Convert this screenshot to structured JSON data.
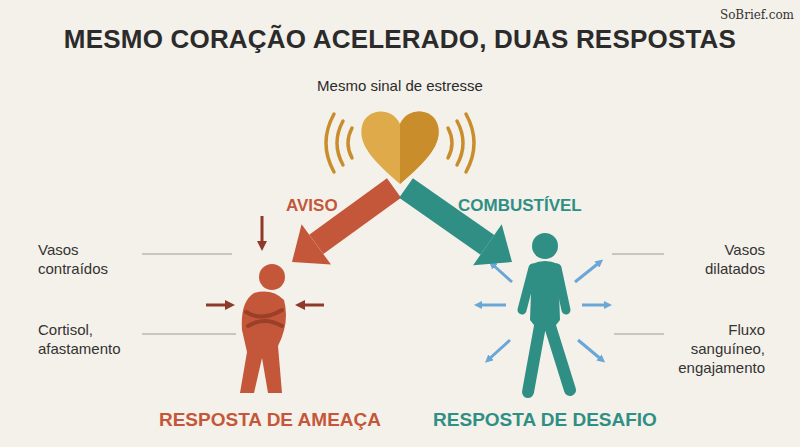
{
  "diagram": {
    "title": "MESMO CORAÇÃO ACELERADO, DUAS RESPOSTAS",
    "nodes": [
      {
        "text": [
          "Mesmo sinal de estresse"
        ]
      },
      {
        "text": [
          "RESPOSTA DE AMEAÇA"
        ]
      },
      {
        "text": [
          "RESPOSTA DE DESAFIO"
        ]
      }
    ],
    "edges": [
      {
        "from": 0,
        "to": 1,
        "arrow": "to",
        "label": "AVISO"
      },
      {
        "from": 0,
        "to": 2,
        "arrow": "to",
        "label": "COMBUSTÍVEL"
      }
    ],
    "labels": [
      "Vasos contraídos",
      "Cortisol, afastamento",
      "Vasos dilatados",
      "Fluxo sanguíneo, engajamento",
      "SoBrief.com"
    ]
  }
}
